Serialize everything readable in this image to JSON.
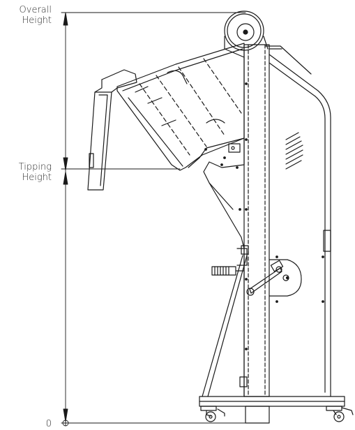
{
  "labels": {
    "overall_line1": "Overall",
    "overall_line2": "Height",
    "tipping_line1": "Tipping",
    "tipping_line2": "Height",
    "zero": "0"
  },
  "colors": {
    "line": "#1a1a1a",
    "text": "#2b2b2b",
    "background": "#ffffff"
  }
}
